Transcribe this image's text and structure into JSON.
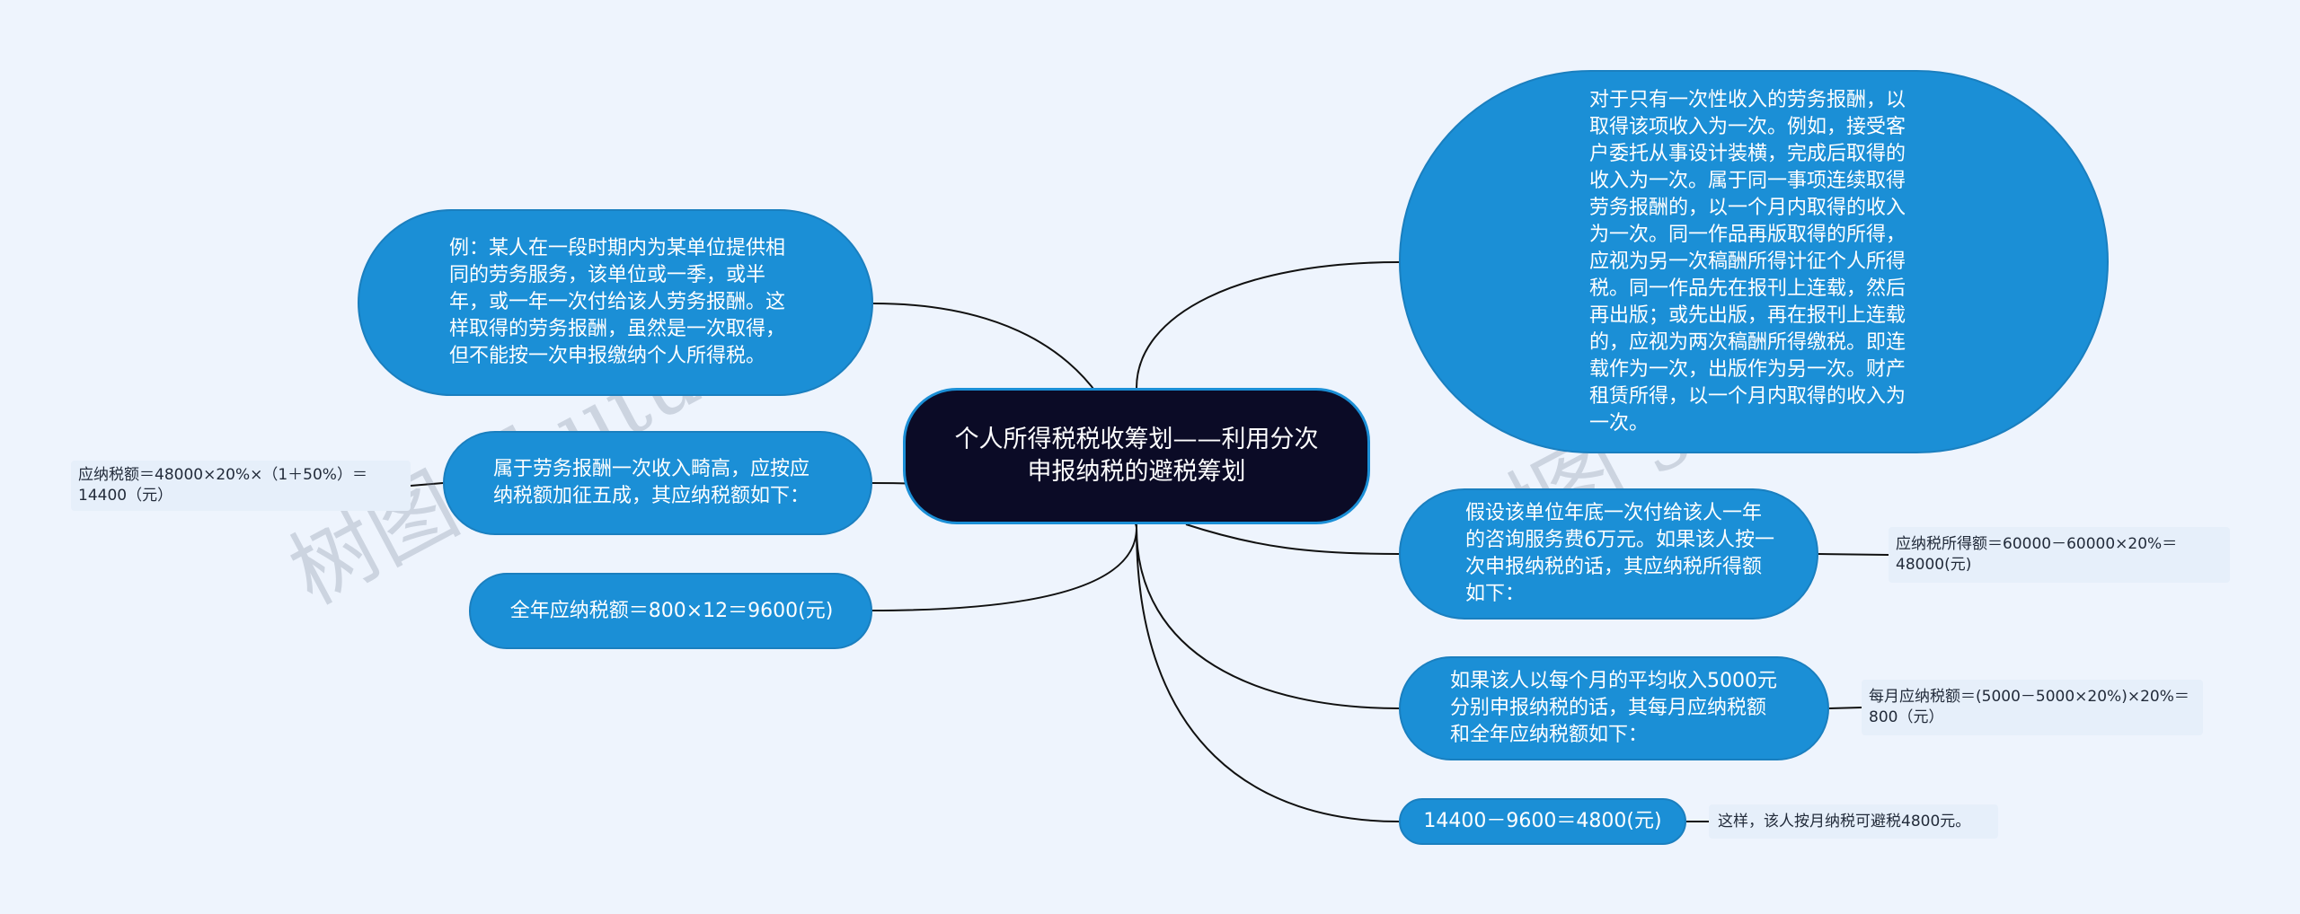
{
  "watermarks": [
    "树图 shutu.cn",
    "树图 shutu.cn"
  ],
  "center": {
    "title": "个人所得税税收筹划——利用分次申报纳税的避税筹划"
  },
  "nodes": {
    "left_example": "例：某人在一段时期内为某单位提供相同的劳务服务，该单位或一季，或半年，或一年一次付给该人劳务报酬。这样取得的劳务报酬，虽然是一次取得，但不能按一次申报缴纳个人所得税。",
    "left_high_income": "属于劳务报酬一次收入畸高，应按应纳税额加征五成，其应纳税额如下：",
    "left_high_income_leaf": "应纳税额＝48000×20%×（1＋50%）＝14400（元）",
    "left_annual_tax": "全年应纳税额＝800×12＝9600(元)",
    "right_rule": "对于只有一次性收入的劳务报酬，以取得该项收入为一次。例如，接受客户委托从事设计装横，完成后取得的收入为一次。属于同一事项连续取得劳务报酬的，以一个月内取得的收入为一次。同一作品再版取得的所得，应视为另一次稿酬所得计征个人所得税。同一作品先在报刊上连载，然后再出版；或先出版，再在报刊上连载的，应视为两次稿酬所得缴税。即连载作为一次，出版作为另一次。财产租赁所得，以一个月内取得的收入为一次。",
    "right_year_end": "假设该单位年底一次付给该人一年的咨询服务费6万元。如果该人按一次申报纳税的话，其应纳税所得额如下：",
    "right_year_end_leaf": "应纳税所得额＝60000－60000×20%＝48000(元)",
    "right_monthly": "如果该人以每个月的平均收入5000元分别申报纳税的话，其每月应纳税额和全年应纳税额如下：",
    "right_monthly_leaf": "每月应纳税额＝(5000－5000×20%)×20%＝800（元）",
    "right_saving": "14400－9600＝4800(元)",
    "right_saving_leaf": "这样，该人按月纳税可避税4800元。"
  },
  "colors": {
    "background": "#eef4fd",
    "node_blue": "#1b8fd6",
    "center_dark": "#0b0b26",
    "leaf_bg": "#e6effa",
    "link": "#111111"
  }
}
